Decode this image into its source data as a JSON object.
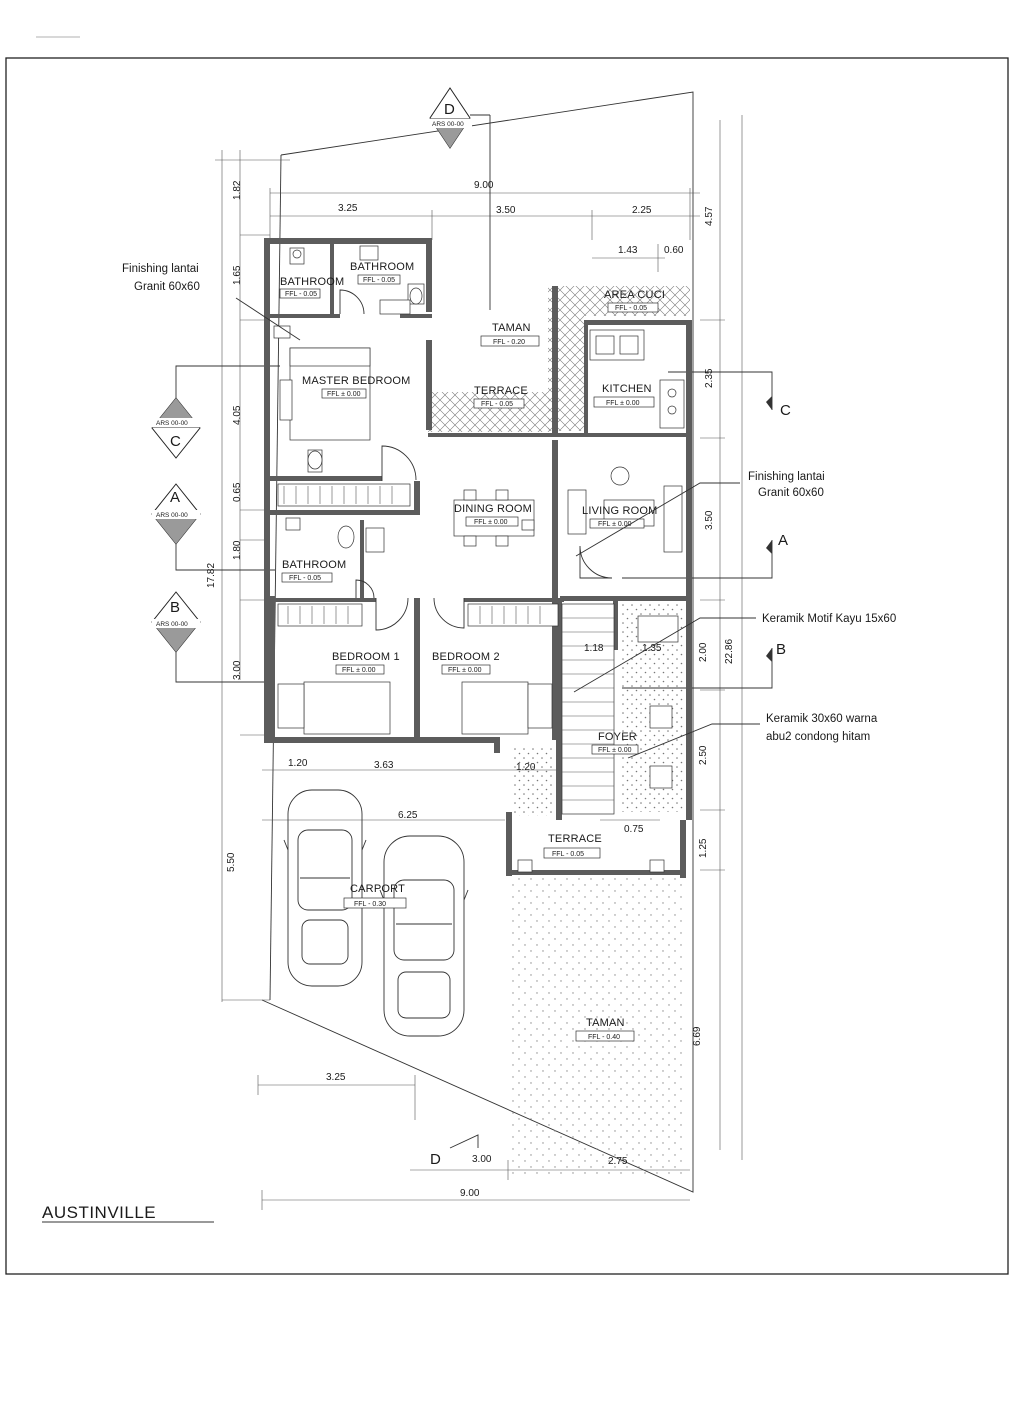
{
  "title": "AUSTINVILLE",
  "rooms": {
    "bathroom_1": {
      "name": "BATHROOM",
      "ffl": "FFL - 0.05"
    },
    "bathroom_2": {
      "name": "BATHROOM",
      "ffl": "FFL - 0.05"
    },
    "master_bedroom": {
      "name": "MASTER BEDROOM",
      "ffl": "FFL ± 0.00"
    },
    "taman_top": {
      "name": "TAMAN",
      "ffl": "FFL - 0.20"
    },
    "terrace_top": {
      "name": "TERRACE",
      "ffl": "FFL - 0.05"
    },
    "area_cuci": {
      "name": "AREA CUCI",
      "ffl": "FFL - 0.05"
    },
    "kitchen": {
      "name": "KITCHEN",
      "ffl": "FFL ± 0.00"
    },
    "dining_room": {
      "name": "DINING ROOM",
      "ffl": "FFL ± 0.00"
    },
    "living_room": {
      "name": "LIVING ROOM",
      "ffl": "FFL ± 0.00"
    },
    "bathroom_3": {
      "name": "BATHROOM",
      "ffl": "FFL - 0.05"
    },
    "bedroom_1": {
      "name": "BEDROOM 1",
      "ffl": "FFL ± 0.00"
    },
    "bedroom_2": {
      "name": "BEDROOM 2",
      "ffl": "FFL ± 0.00"
    },
    "foyer": {
      "name": "FOYER",
      "ffl": "FFL ± 0.00"
    },
    "terrace_front": {
      "name": "TERRACE",
      "ffl": "FFL - 0.05"
    },
    "carport": {
      "name": "CARPORT",
      "ffl": "FFL - 0.30"
    },
    "taman_front": {
      "name": "TAMAN",
      "ffl": "FFL - 0.40"
    }
  },
  "notes": {
    "granit_1": [
      "Finishing lantai",
      "Granit 60x60"
    ],
    "granit_2": [
      "Finishing lantai",
      "Granit 60x60"
    ],
    "kayu": "Keramik Motif Kayu 15x60",
    "keramik": [
      "Keramik 30x60 warna",
      "abu2 condong hitam"
    ]
  },
  "section_markers": {
    "D_top": {
      "letter": "D",
      "ref": "ARS 00-00"
    },
    "C_left": {
      "letter": "C",
      "ref": "ARS 00-00"
    },
    "A_left": {
      "letter": "A",
      "ref": "ARS 00-00"
    },
    "B_left": {
      "letter": "B",
      "ref": "ARS 00-00"
    },
    "C_right": "C",
    "A_right": "A",
    "B_right": "B",
    "D_bottom": "D"
  },
  "dimensions": {
    "top_total": "9.00",
    "top_a": "3.25",
    "top_b": "3.50",
    "top_c": "2.25",
    "top_d": "1.43",
    "top_e": "0.60",
    "left_a": "1.82",
    "left_b": "1.65",
    "left_c": "4.05",
    "left_d": "0.65",
    "left_e": "1.80",
    "left_f": "3.00",
    "left_total": "17.82",
    "left_g": "5.50",
    "right_total_top": "4.57",
    "right_a": "2.35",
    "right_b": "3.50",
    "right_c": "2.00",
    "right_total": "22.86",
    "right_d": "2.50",
    "right_e": "1.25",
    "right_f": "6.69",
    "stair_a": "1.18",
    "stair_b": "1.35",
    "mid_a": "1.20",
    "mid_b": "3.63",
    "mid_c": "1.20",
    "carport_w": "6.25",
    "terrace_w": "0.75",
    "bot_a": "3.25",
    "bot_b": "3.00",
    "bot_c": "2.75",
    "bot_total": "9.00"
  }
}
